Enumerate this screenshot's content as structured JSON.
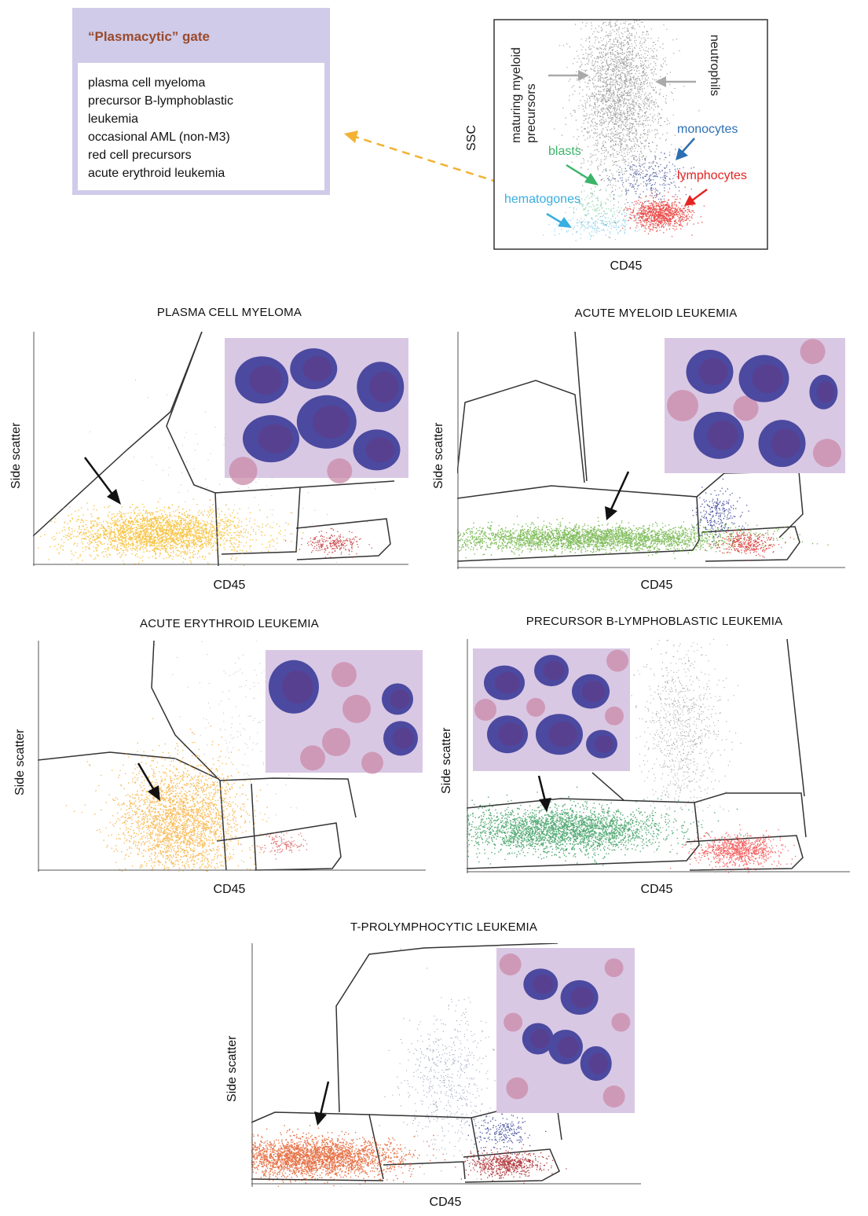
{
  "gate_box": {
    "title": "“Plasmacytic” gate",
    "items": [
      "plasma cell myeloma",
      "precursor B-lymphoblastic",
      "leukemia",
      "occasional AML (non-M3)",
      "red cell precursors",
      "acute erythroid leukemia"
    ]
  },
  "reference_plot": {
    "xlabel": "CD45",
    "ylabel": "SSC",
    "labels": {
      "maturing": [
        "maturing myeloid",
        "precursors"
      ],
      "neutrophils": "neutrophils",
      "monocytes": "monocytes",
      "blasts": "blasts",
      "lymphocytes": "lymphocytes",
      "hematogones": "hematogones"
    },
    "colors": {
      "neutrophils": "#555555",
      "monocytes": "#2e6fb3",
      "blasts": "#3bb46a",
      "lymphocytes": "#e52421",
      "hematogones": "#39aee0",
      "gate_arrow": "#f2b233"
    }
  },
  "panels": [
    {
      "id": "pcm",
      "title": "PLASMA CELL MYELOMA",
      "xlabel": "CD45",
      "ylabel": "Side scatter",
      "highlight_color": "#f5b10a"
    },
    {
      "id": "aml",
      "title": "ACUTE MYELOID LEUKEMIA",
      "xlabel": "CD45",
      "ylabel": "Side scatter",
      "highlight_color": "#5aa829"
    },
    {
      "id": "ael",
      "title": "ACUTE ERYTHROID LEUKEMIA",
      "xlabel": "CD45",
      "ylabel": "Side scatter",
      "highlight_color": "#f6a623"
    },
    {
      "id": "bll",
      "title": "PRECURSOR B-LYMPHOBLASTIC LEUKEMIA",
      "xlabel": "CD45",
      "ylabel": "Side scatter",
      "highlight_color": "#1e8f4a"
    },
    {
      "id": "tpll",
      "title": "T-PROLYMPHOCYTIC LEUKEMIA",
      "xlabel": "CD45",
      "ylabel": "Side scatter",
      "highlight_color": "#e0501a"
    }
  ],
  "micrograph_colors": {
    "cell": "#4b4aa0",
    "nucleus": "#5a3e8e",
    "rbc": "#c98aa8",
    "bg": "#d9c8e4"
  }
}
